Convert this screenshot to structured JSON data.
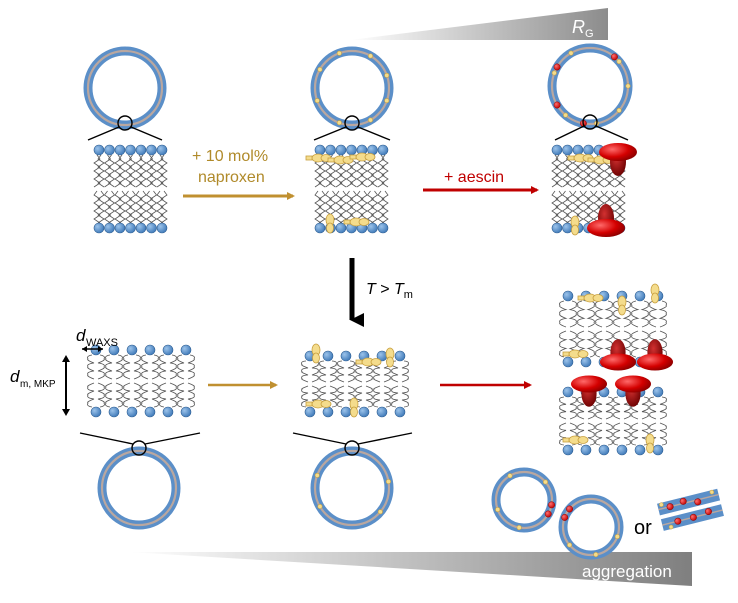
{
  "top_gradient": {
    "label": "R",
    "subscript": "G"
  },
  "bottom_gradient": {
    "label": "aggregation"
  },
  "arrows": {
    "naproxen_line1": "+ 10 mol%",
    "naproxen_line2": "naproxen",
    "aescin": "+ aescin",
    "temperature_T": "T",
    "temperature_op": " > ",
    "temperature_Tm": "T",
    "temperature_Tm_sub": "m"
  },
  "dimensions": {
    "dwaxs": "d",
    "dwaxs_sub": "WAXS",
    "dm": "d",
    "dm_sub": "m, MKP"
  },
  "or_label": "or",
  "colors": {
    "vesicle_blue": "#5b8fc8",
    "vesicle_inner": "#b9a7a0",
    "head_blue": "#5b9bd5",
    "naproxen_gold": "#c8a040",
    "naproxen_fill": "#f4dc8c",
    "aescin_red": "#c00000",
    "aescin_dark": "#8b0000"
  }
}
